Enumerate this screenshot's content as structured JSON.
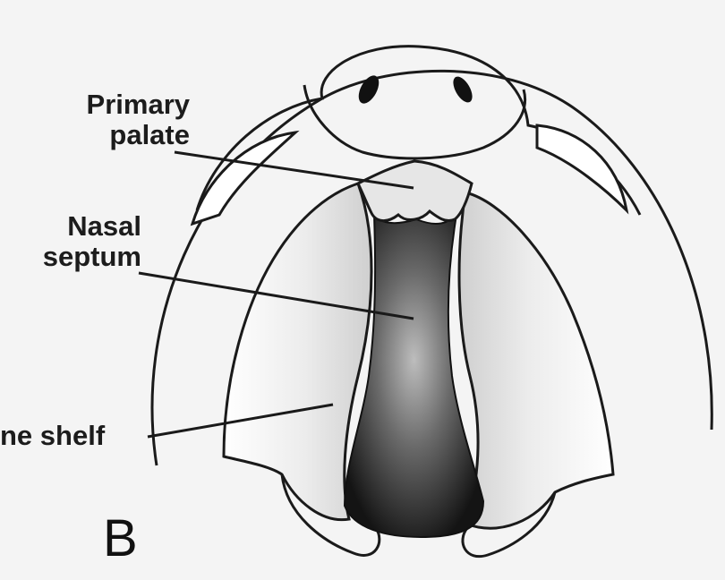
{
  "labels": {
    "primary_palate_line1": "Primary",
    "primary_palate_line2": "palate",
    "nasal_septum_line1": "Nasal",
    "nasal_septum_line2": "septum",
    "palatine_shelf": "ne shelf"
  },
  "panel_letter": "B"
}
